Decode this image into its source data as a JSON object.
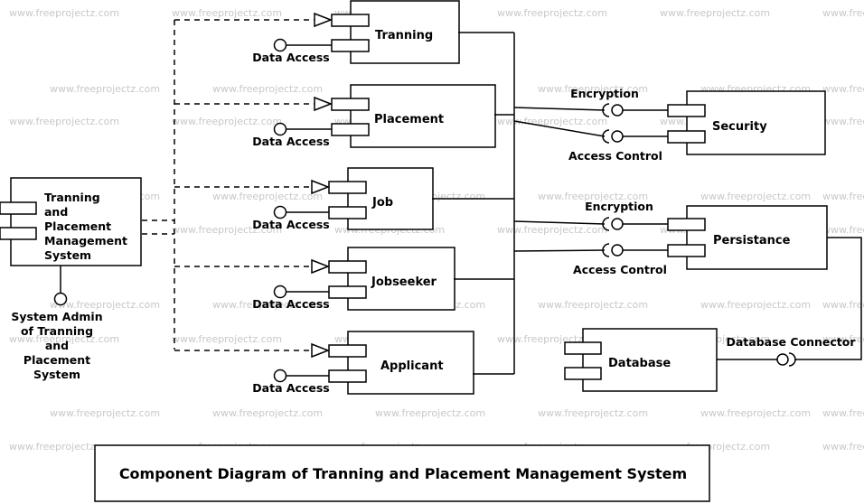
{
  "watermark": "www.freeprojectz.com",
  "title": "Component Diagram of Tranning and Placement Management System",
  "main_component": {
    "label_lines": [
      "Tranning",
      "and",
      "Placement",
      "Management",
      "System"
    ],
    "port_label_lines": [
      "System Admin",
      "of Tranning",
      "and",
      "Placement",
      "System"
    ]
  },
  "modules": [
    {
      "name": "Tranning",
      "port_label": "Data Access"
    },
    {
      "name": "Placement",
      "port_label": "Data Access"
    },
    {
      "name": "Job",
      "port_label": "Data Access"
    },
    {
      "name": "Jobseeker",
      "port_label": "Data Access"
    },
    {
      "name": "Applicant",
      "port_label": "Data Access"
    }
  ],
  "security": {
    "name": "Security",
    "iface1": "Encryption",
    "iface2": "Access Control"
  },
  "persistance": {
    "name": "Persistance",
    "iface1": "Encryption",
    "iface2": "Access Control"
  },
  "database": {
    "name": "Database",
    "connector": "Database Connector"
  }
}
